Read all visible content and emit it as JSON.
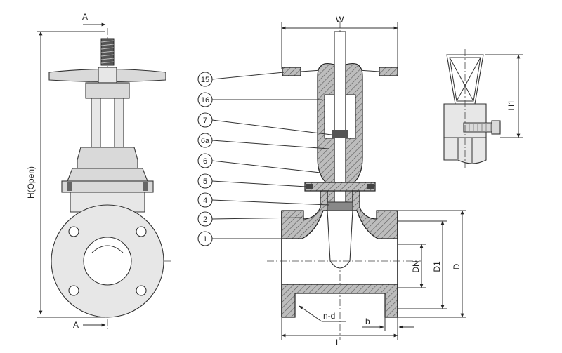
{
  "section_label_top": "A",
  "section_label_bottom": "A",
  "dim_height_open": "H(Open)",
  "dim_width": "W",
  "dim_h1": "H1",
  "dim_dn": "DN",
  "dim_d1": "D1",
  "dim_d": "D",
  "dim_length": "L",
  "dim_b": "b",
  "dim_holes": "n-d",
  "callouts": [
    "15",
    "16",
    "7",
    "6a",
    "6",
    "5",
    "4",
    "2",
    "1"
  ]
}
